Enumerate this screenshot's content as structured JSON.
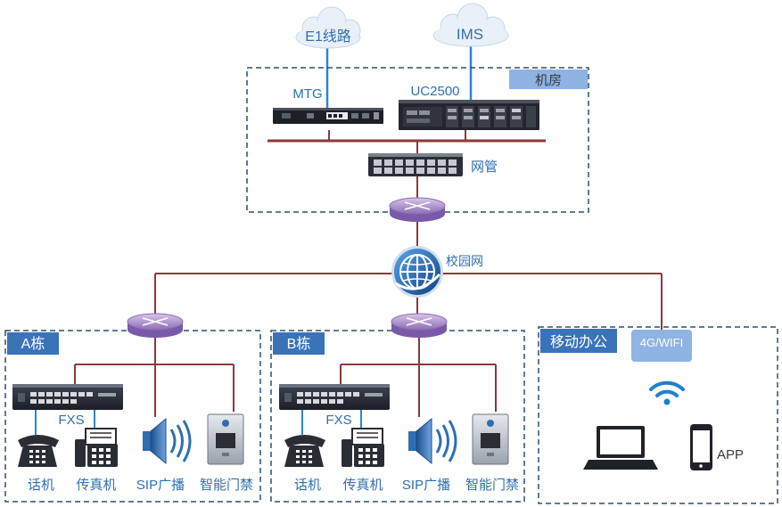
{
  "clouds": {
    "e1": "E1线路",
    "ims": "IMS"
  },
  "machine_room": {
    "tag": "机房",
    "mtg": "MTG",
    "uc": "UC2500",
    "mgmt": "网管"
  },
  "campus_net": "校园网",
  "building_a": {
    "tag": "A栋",
    "fxs": "FXS",
    "devices": [
      "话机",
      "传真机",
      "SIP广播",
      "智能门禁"
    ]
  },
  "building_b": {
    "tag": "B栋",
    "fxs": "FXS",
    "devices": [
      "话机",
      "传真机",
      "SIP广播",
      "智能门禁"
    ]
  },
  "mobile": {
    "tag": "移动办公",
    "network": "4G/WIFI",
    "app": "APP"
  },
  "colors": {
    "link": "#8b3a3a",
    "cloud_link": "#2a86d2",
    "tag_dark": "#3a73b8",
    "tag_light": "#8fb3e3",
    "wifi": "#1f7fd0",
    "router": "#a785c8"
  }
}
